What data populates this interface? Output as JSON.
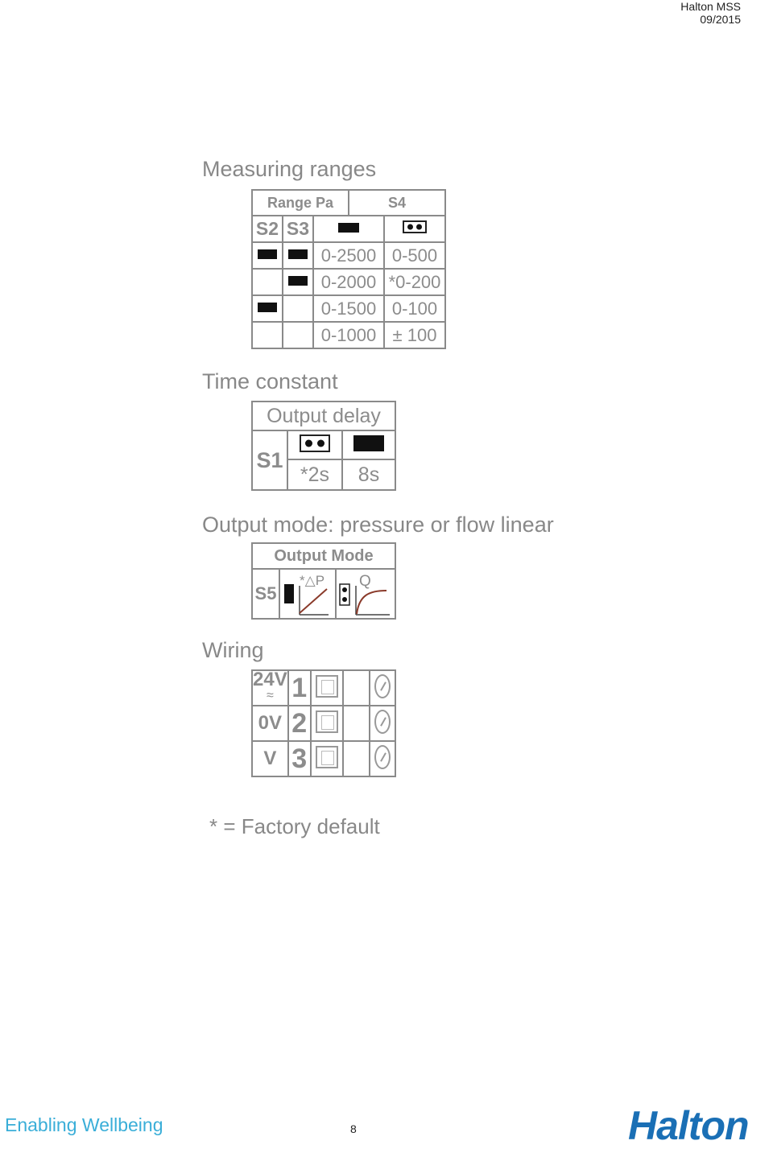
{
  "header": {
    "line1": "Halton MSS",
    "line2": "09/2015"
  },
  "measuring": {
    "title": "Measuring ranges",
    "head_range": "Range Pa",
    "head_s4": "S4",
    "head_s2": "S2",
    "head_s3": "S3",
    "rows": [
      {
        "s2": "on",
        "s3": "on",
        "a": "0-2500",
        "b": "0-500"
      },
      {
        "s2": "off",
        "s3": "on",
        "a": "0-2000",
        "b": "*0-200"
      },
      {
        "s2": "on",
        "s3": "off",
        "a": "0-1500",
        "b": "0-100"
      },
      {
        "s2": "off",
        "s3": "off",
        "a": "0-1000",
        "b": "± 100"
      }
    ]
  },
  "time": {
    "title": "Time constant",
    "header": "Output delay",
    "switch": "S1",
    "opt1": "*2s",
    "opt2": "8s"
  },
  "mode": {
    "title": "Output mode: pressure or flow linear",
    "header": "Output Mode",
    "switch": "S5",
    "p_label": "*△P",
    "q_label": "Q"
  },
  "wiring": {
    "title": "Wiring",
    "rows": [
      {
        "label": "24V",
        "sub": "≈",
        "num": "1"
      },
      {
        "label": "0V",
        "sub": "",
        "num": "2"
      },
      {
        "label": "V",
        "sub": "",
        "num": "3"
      }
    ]
  },
  "note": "* = Factory default",
  "footer": {
    "tagline": "Enabling Wellbeing",
    "page": "8",
    "logo": "Halton"
  }
}
